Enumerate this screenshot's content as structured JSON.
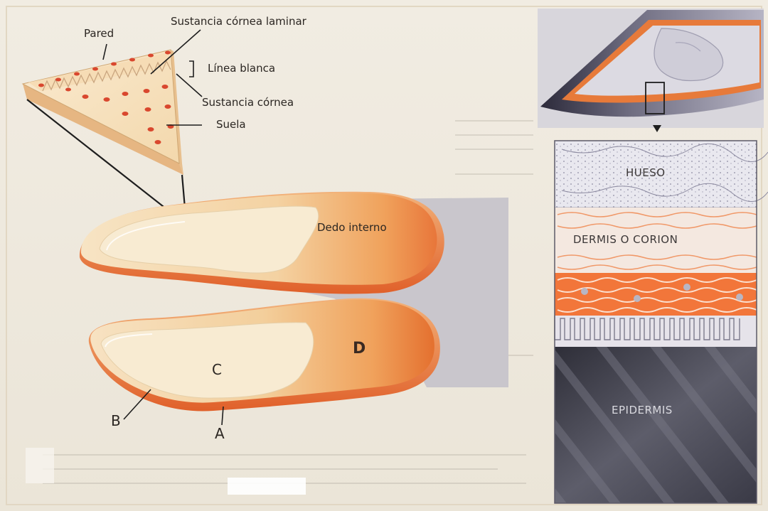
{
  "hoof_section": {
    "labels": {
      "pared": "Pared",
      "sustancia_cornea_laminar": "Sustancia córnea laminar",
      "linea_blanca": "Línea blanca",
      "sustancia_cornea": "Sustancia córnea",
      "suela": "Suela"
    }
  },
  "claws": {
    "labels": {
      "dedo_interno": "Dedo interno",
      "c": "C",
      "d": "D",
      "b": "B",
      "a": "A"
    }
  },
  "tissue_layers": {
    "labels": {
      "hueso": "HUESO",
      "dermis": "DERMIS O CORION",
      "epidermis": "EPIDERMIS"
    }
  },
  "colors": {
    "background": "#efe9dc",
    "horn": "#f3dbb0",
    "sole": "#f6e6c8",
    "corium_orange": "#f07a3c",
    "epidermis": "#5a5a66"
  }
}
